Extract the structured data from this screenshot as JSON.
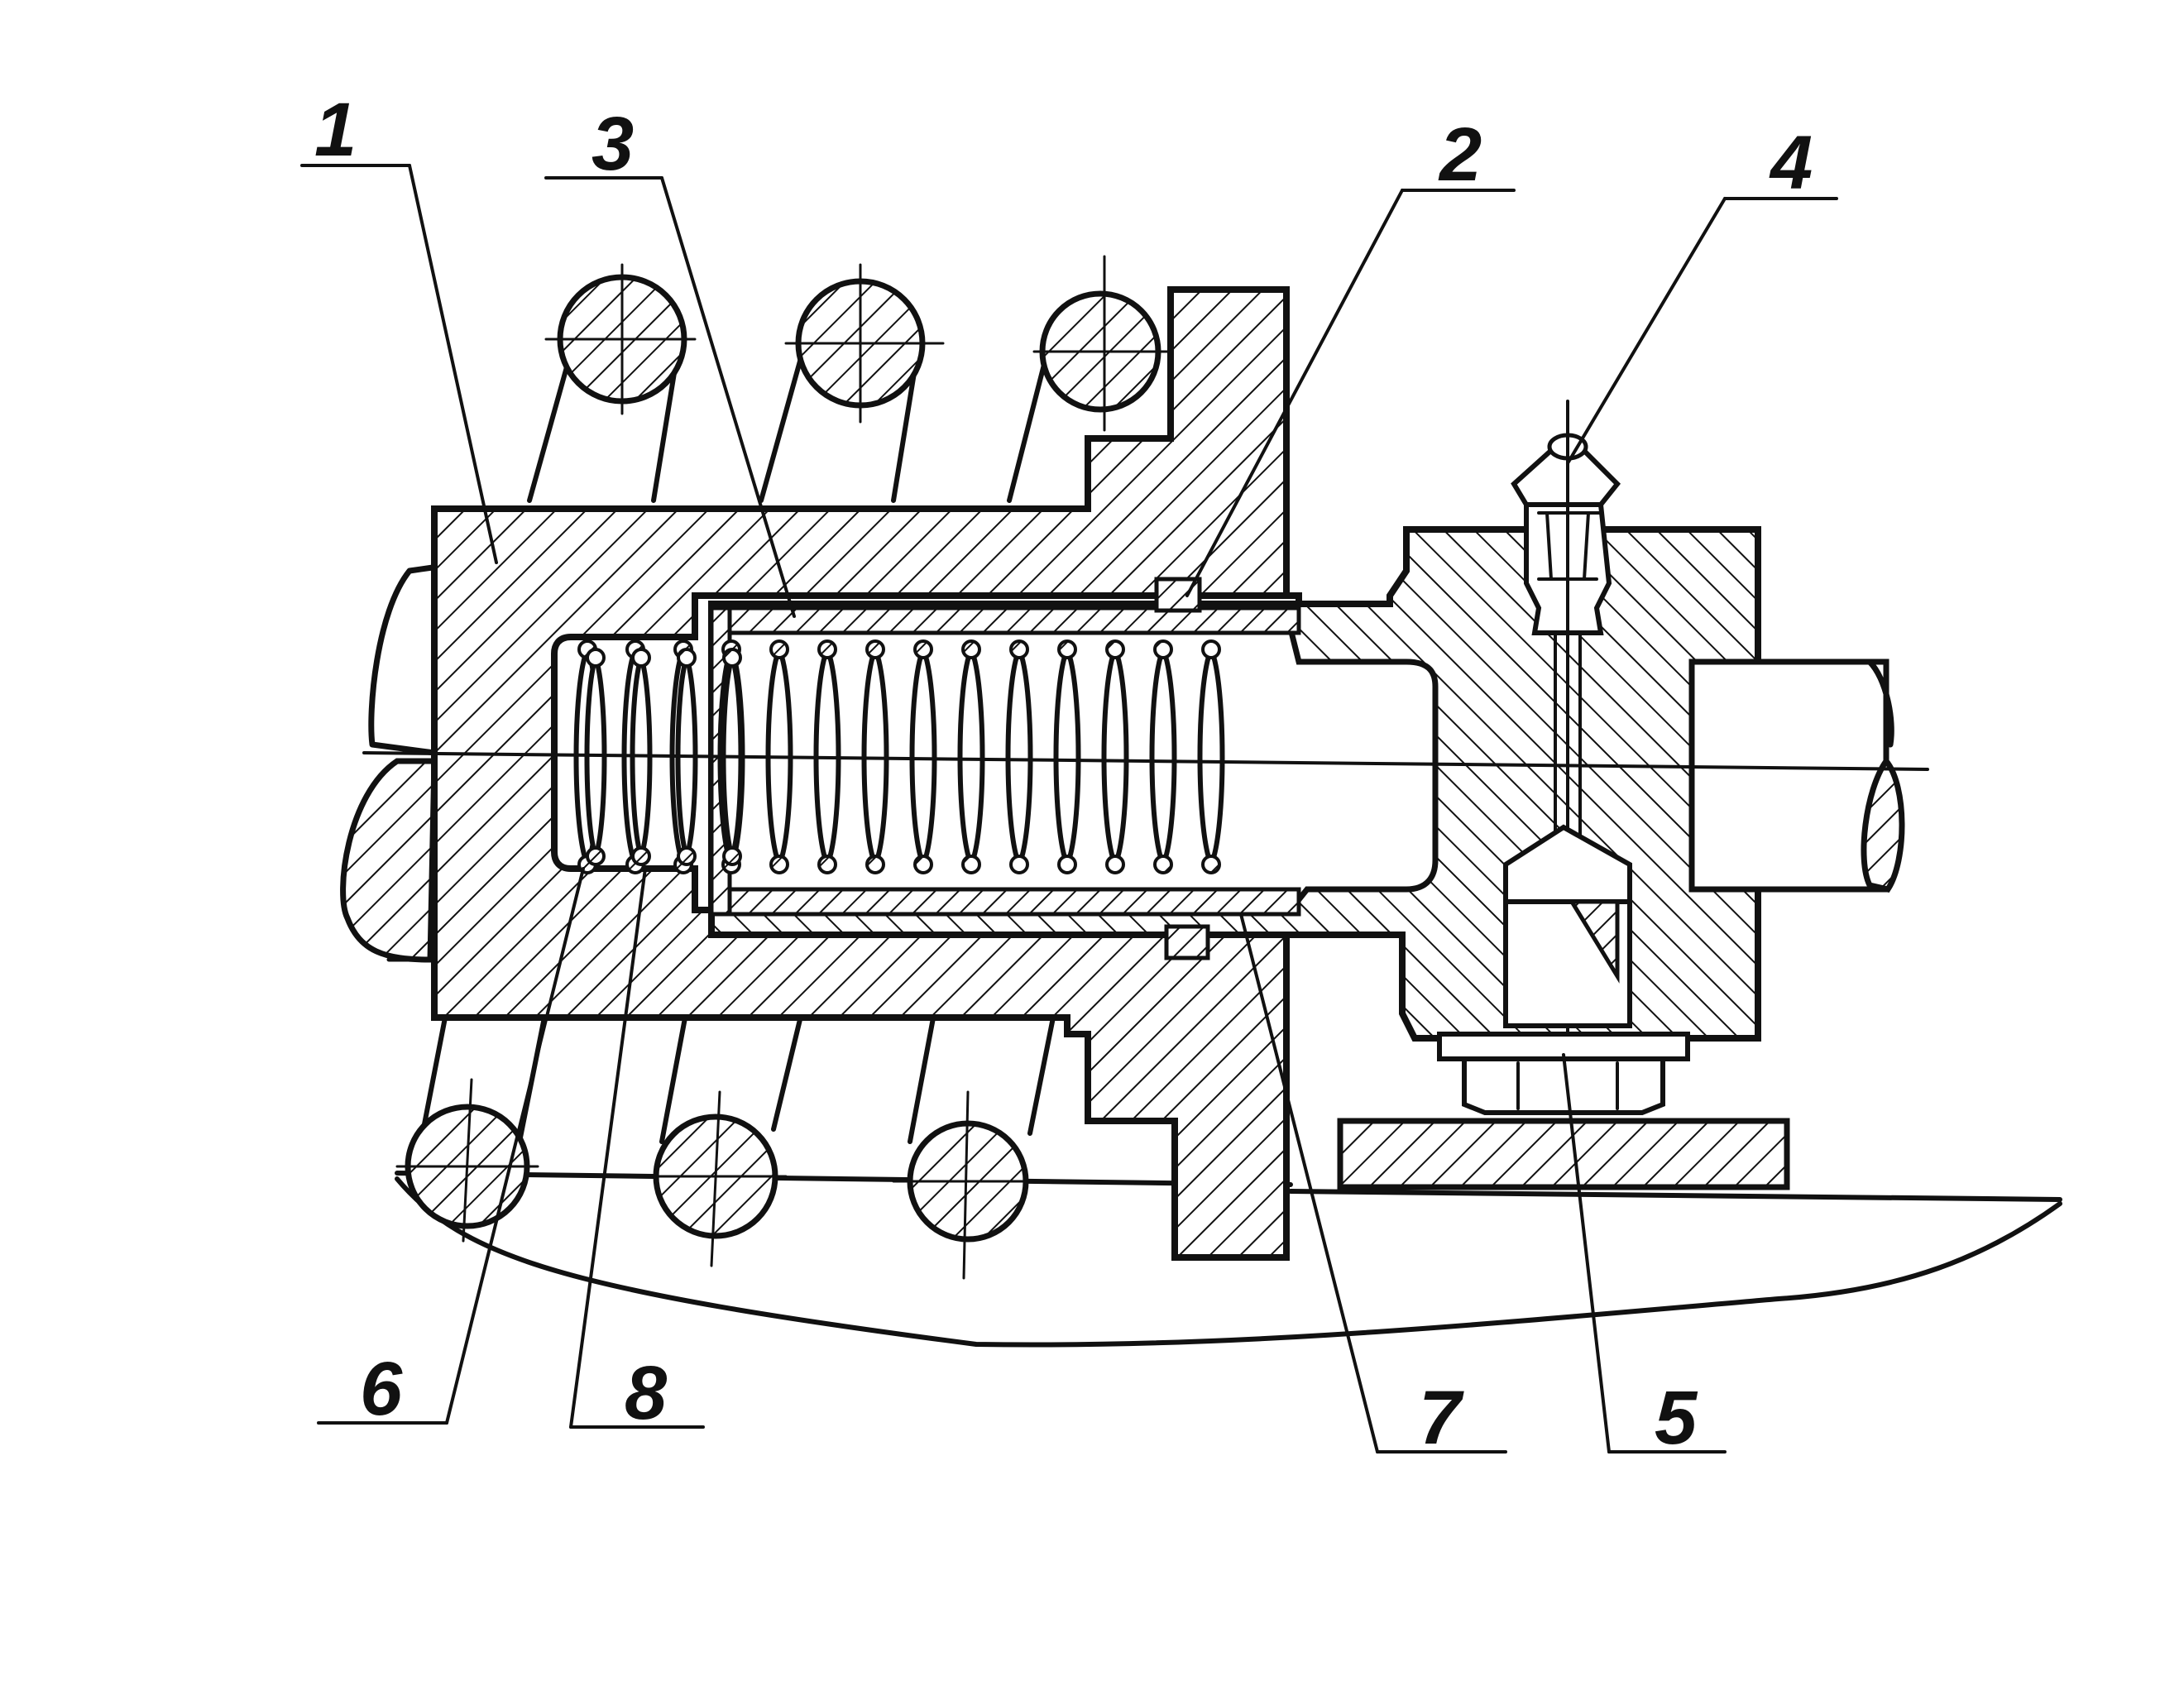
{
  "diagram": {
    "kind": "mechanical cross-section drawing",
    "ink_color": "#111111",
    "paper_color": "#ffffff",
    "callouts": [
      {
        "id": "1",
        "label": "1"
      },
      {
        "id": "2",
        "label": "2"
      },
      {
        "id": "3",
        "label": "3"
      },
      {
        "id": "4",
        "label": "4"
      },
      {
        "id": "5",
        "label": "5"
      },
      {
        "id": "6",
        "label": "6"
      },
      {
        "id": "7",
        "label": "7"
      },
      {
        "id": "8",
        "label": "8"
      }
    ]
  }
}
